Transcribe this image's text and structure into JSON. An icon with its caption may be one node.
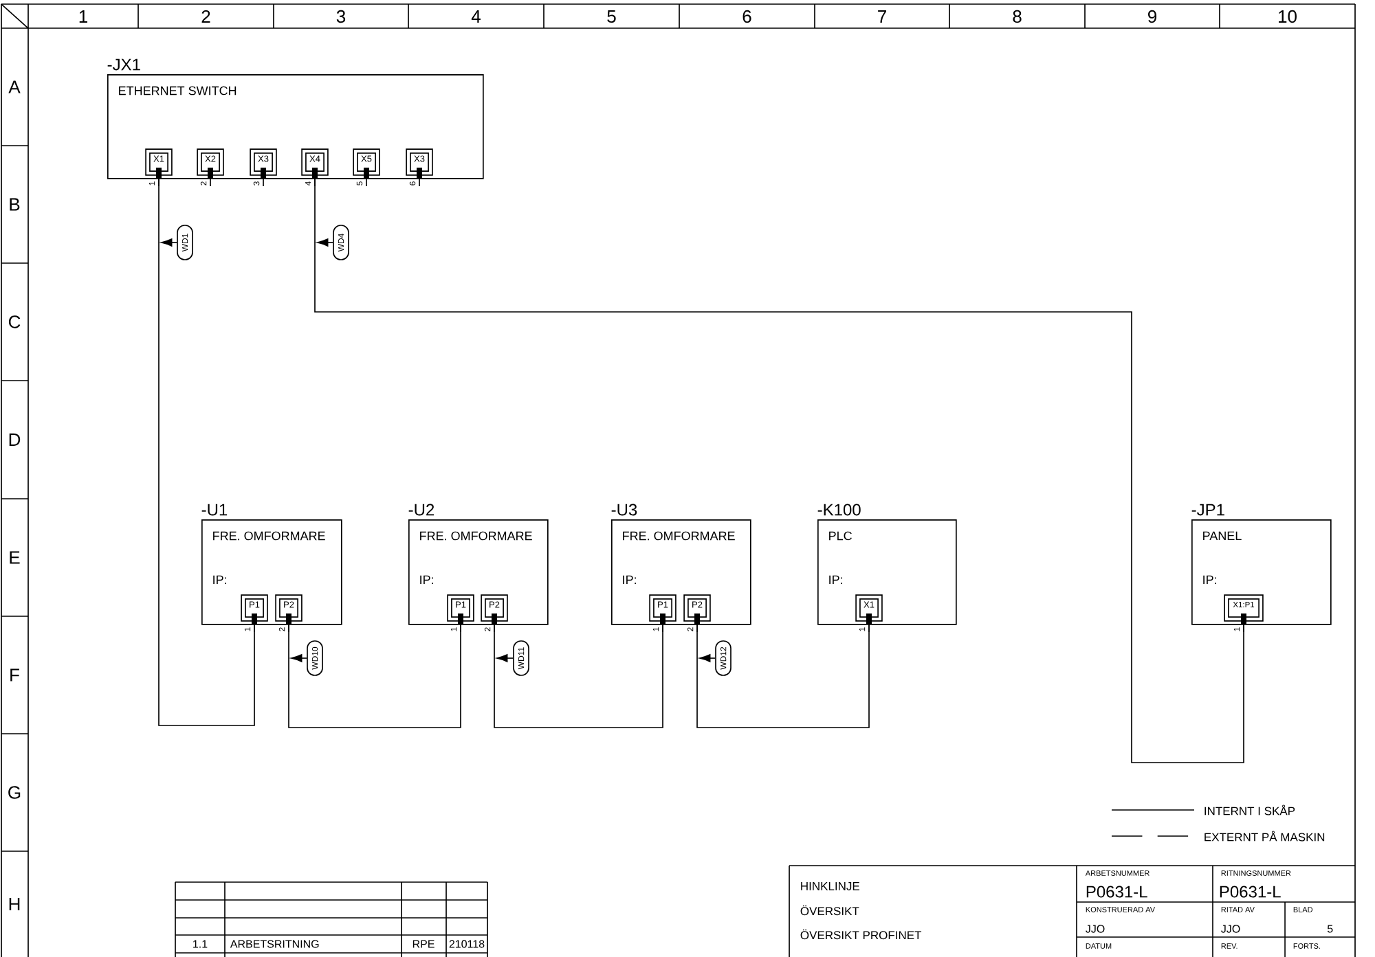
{
  "diagram": {
    "nodes": [
      {
        "text": [
          "-JX1",
          "ETHERNET SWITCH"
        ]
      },
      {
        "text": [
          "X1"
        ],
        "in": 0,
        "beside": [
          "1"
        ]
      },
      {
        "text": [
          "X2"
        ],
        "in": 0,
        "beside": [
          "2"
        ]
      },
      {
        "text": [
          "X3"
        ],
        "in": 0,
        "beside": [
          "3"
        ]
      },
      {
        "text": [
          "X4"
        ],
        "in": 0,
        "beside": [
          "4"
        ]
      },
      {
        "text": [
          "X5"
        ],
        "in": 0,
        "beside": [
          "5"
        ]
      },
      {
        "text": [
          "X3"
        ],
        "in": 0,
        "beside": [
          "6"
        ]
      },
      {
        "text": [
          "WD1"
        ]
      },
      {
        "text": [
          "WD4"
        ]
      },
      {
        "text": [
          "-U1",
          "FRE. OMFORMARE",
          "IP:"
        ]
      },
      {
        "text": [
          "P1"
        ],
        "in": 9,
        "beside": [
          "1"
        ]
      },
      {
        "text": [
          "P2"
        ],
        "in": 9,
        "beside": [
          "2"
        ]
      },
      {
        "text": [
          "-U2",
          "FRE. OMFORMARE",
          "IP:"
        ]
      },
      {
        "text": [
          "P1"
        ],
        "in": 12,
        "beside": [
          "1"
        ]
      },
      {
        "text": [
          "P2"
        ],
        "in": 12,
        "beside": [
          "2"
        ]
      },
      {
        "text": [
          "-U3",
          "FRE. OMFORMARE",
          "IP:"
        ]
      },
      {
        "text": [
          "P1"
        ],
        "in": 15,
        "beside": [
          "1"
        ]
      },
      {
        "text": [
          "P2"
        ],
        "in": 15,
        "beside": [
          "2"
        ]
      },
      {
        "text": [
          "-K100",
          "PLC",
          "IP:"
        ]
      },
      {
        "text": [
          "X1"
        ],
        "in": 18,
        "beside": [
          "1"
        ]
      },
      {
        "text": [
          "-JP1",
          "PANEL",
          "IP:"
        ]
      },
      {
        "text": [
          "X1:P1"
        ],
        "in": 20,
        "beside": [
          "1"
        ]
      },
      {
        "text": [
          "WD10"
        ]
      },
      {
        "text": [
          "WD11"
        ]
      },
      {
        "text": [
          "WD12"
        ]
      }
    ],
    "edges": [
      {
        "from": 1,
        "to": 10,
        "arrow": "none"
      },
      {
        "from": 4,
        "to": 21,
        "arrow": "none"
      },
      {
        "from": 11,
        "to": 13,
        "arrow": "none"
      },
      {
        "from": 14,
        "to": 16,
        "arrow": "none"
      },
      {
        "from": 17,
        "to": 19,
        "arrow": "none"
      },
      {
        "from": 7,
        "to": null,
        "arrow": "to"
      },
      {
        "from": 8,
        "to": null,
        "arrow": "to"
      },
      {
        "from": 22,
        "to": null,
        "arrow": "to"
      },
      {
        "from": 23,
        "to": null,
        "arrow": "to"
      },
      {
        "from": 24,
        "to": null,
        "arrow": "to"
      }
    ],
    "labels": [
      "1",
      "2",
      "3",
      "4",
      "5",
      "6",
      "7",
      "8",
      "9",
      "10",
      "A",
      "B",
      "C",
      "D",
      "E",
      "F",
      "G",
      "H",
      "1.1",
      "ARBETSRITNING",
      "RPE",
      "210118",
      "HINKLINJE",
      "ÖVERSIKT",
      "ÖVERSIKT PROFINET",
      "ARBETSNUMMER",
      "RITNINGSNUMMER",
      "P0631-L",
      "P0631-L",
      "KONSTRUERAD AV",
      "RITAD AV",
      "BLAD",
      "JJO",
      "JJO",
      "5",
      "DATUM",
      "REV.",
      "FORTS."
    ],
    "legend": [
      {
        "text": "INTERNT I SKÅP"
      },
      {
        "text": "EXTERNT PÅ MASKIN"
      }
    ]
  }
}
